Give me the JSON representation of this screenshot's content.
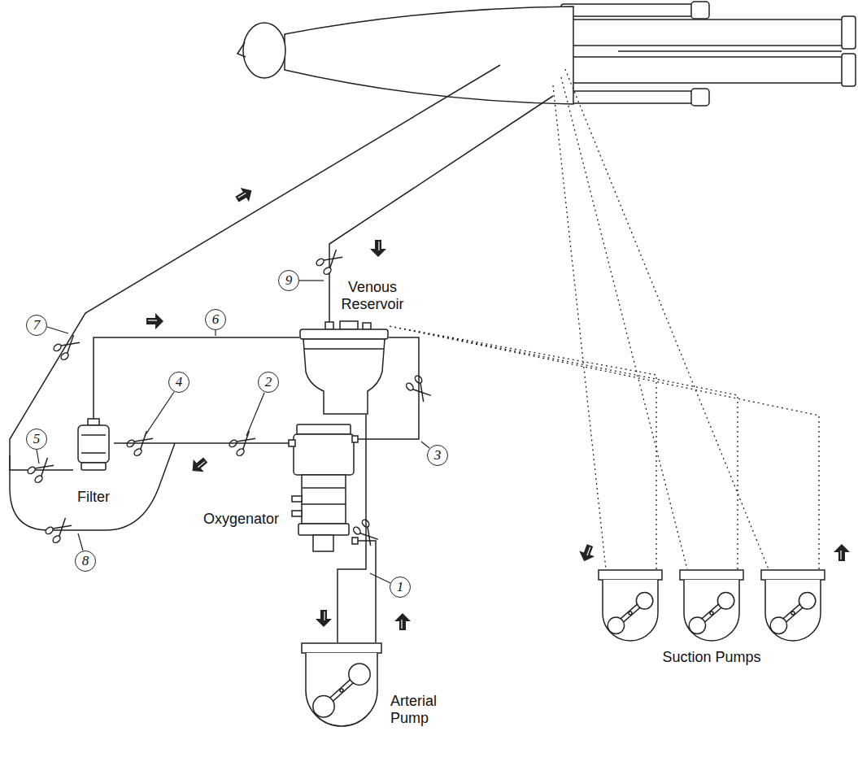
{
  "diagram": {
    "nodes": [
      {
        "text": [
          "Venous Reservoir"
        ]
      },
      {
        "text": [
          "Filter"
        ]
      },
      {
        "text": [
          "Oxygenator"
        ]
      },
      {
        "text": [
          "Suction Pumps"
        ]
      },
      {
        "text": [
          "Arterial Pump"
        ]
      }
    ],
    "edges": [
      {
        "from": 2,
        "to": 1,
        "arrow": "none"
      },
      {
        "from": 2,
        "to": 0,
        "arrow": "none"
      },
      {
        "from": 1,
        "to": 0,
        "arrow": "none"
      },
      {
        "from": 0,
        "to": 4,
        "arrow": "none"
      },
      {
        "from": 4,
        "to": 2,
        "arrow": "none"
      },
      {
        "from": 3,
        "to": 0,
        "arrow": "none"
      }
    ],
    "labels": [
      "7",
      "9",
      "6",
      "4",
      "2",
      "5",
      "3",
      "8",
      "1"
    ]
  }
}
